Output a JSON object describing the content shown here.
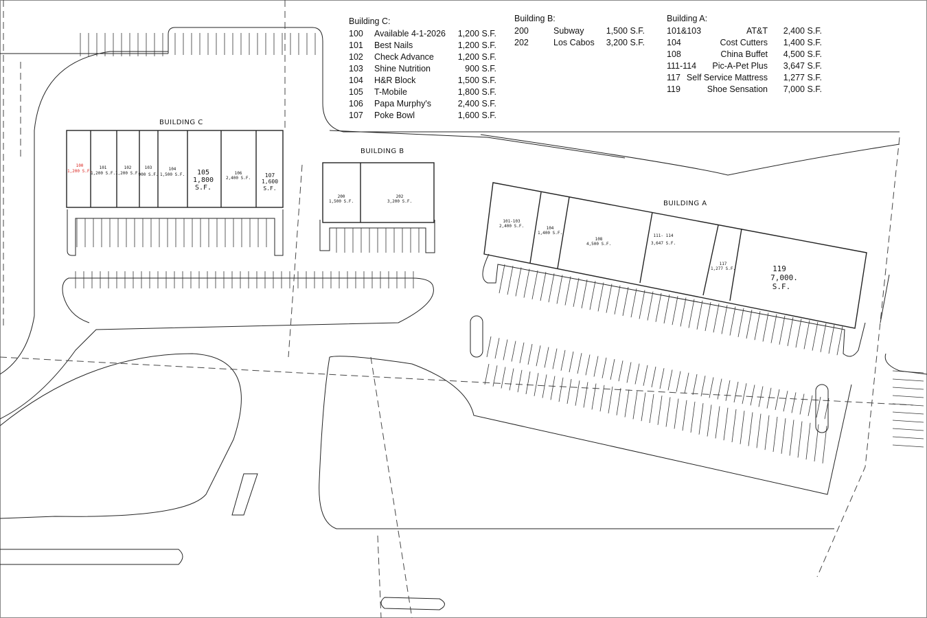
{
  "legend": {
    "building_c": {
      "title": "Building C:",
      "rows": [
        {
          "unit": "100",
          "tenant": "Available 4-1-2026",
          "size": "1,200 S.F."
        },
        {
          "unit": "101",
          "tenant": "Best Nails",
          "size": "1,200 S.F."
        },
        {
          "unit": "102",
          "tenant": "Check Advance",
          "size": "1,200 S.F."
        },
        {
          "unit": "103",
          "tenant": "Shine Nutrition",
          "size": "900 S.F."
        },
        {
          "unit": "104",
          "tenant": "H&R Block",
          "size": "1,500 S.F."
        },
        {
          "unit": "105",
          "tenant": "T-Mobile",
          "size": "1,800 S.F."
        },
        {
          "unit": "106",
          "tenant": "Papa Murphy's",
          "size": "2,400 S.F."
        },
        {
          "unit": "107",
          "tenant": "Poke Bowl",
          "size": "1,600 S.F."
        }
      ]
    },
    "building_b": {
      "title": "Building B:",
      "rows": [
        {
          "unit": "200",
          "tenant": "Subway",
          "size": "1,500 S.F."
        },
        {
          "unit": "202",
          "tenant": "Los Cabos",
          "size": "3,200 S.F."
        }
      ]
    },
    "building_a": {
      "title": "Building A:",
      "rows": [
        {
          "unit": "101&103",
          "tenant": "AT&T",
          "size": "2,400 S.F."
        },
        {
          "unit": "104",
          "tenant": "Cost Cutters",
          "size": "1,400 S.F."
        },
        {
          "unit": "108",
          "tenant": "China Buffet",
          "size": "4,500 S.F."
        },
        {
          "unit": "111-114",
          "tenant": "Pic-A-Pet Plus",
          "size": "3,647 S.F."
        },
        {
          "unit": "117",
          "tenant": "Self Service Mattress",
          "size": "1,277 S.F."
        },
        {
          "unit": "119",
          "tenant": "Shoe Sensation",
          "size": "7,000 S.F."
        }
      ]
    }
  },
  "plan": {
    "building_c": {
      "label": "BUILDING C",
      "units": [
        {
          "num": "100",
          "size": "1,200 S.F."
        },
        {
          "num": "101",
          "size": "1,200 S.F."
        },
        {
          "num": "102",
          "size": "1,200 S.F."
        },
        {
          "num": "103",
          "size": "900 S.F."
        },
        {
          "num": "104",
          "size": "1,500 S.F."
        },
        {
          "num": "105",
          "size": "1,800",
          "sf": "S.F."
        },
        {
          "num": "106",
          "size": "2,400 S.F."
        },
        {
          "num": "107",
          "size": "1,600",
          "sf": "S.F."
        }
      ]
    },
    "building_b": {
      "label": "BUILDING B",
      "units": [
        {
          "num": "200",
          "size": "1,500 S.F."
        },
        {
          "num": "202",
          "size": "3,200 S.F."
        }
      ]
    },
    "building_a": {
      "label": "BUILDING A",
      "units": [
        {
          "num": "101-103",
          "size": "2,400 S.F."
        },
        {
          "num": "104",
          "size": "1,400 S.F."
        },
        {
          "num": "108",
          "size": "4,500 S.F."
        },
        {
          "num": "111- 114",
          "size": "3,647 S.F."
        },
        {
          "num": "117",
          "size": "1,277 S.F."
        },
        {
          "num": "119",
          "size": "7,000.",
          "sf": "S.F."
        }
      ]
    }
  },
  "colors": {
    "line": "#222222",
    "available": "#d9231d"
  }
}
